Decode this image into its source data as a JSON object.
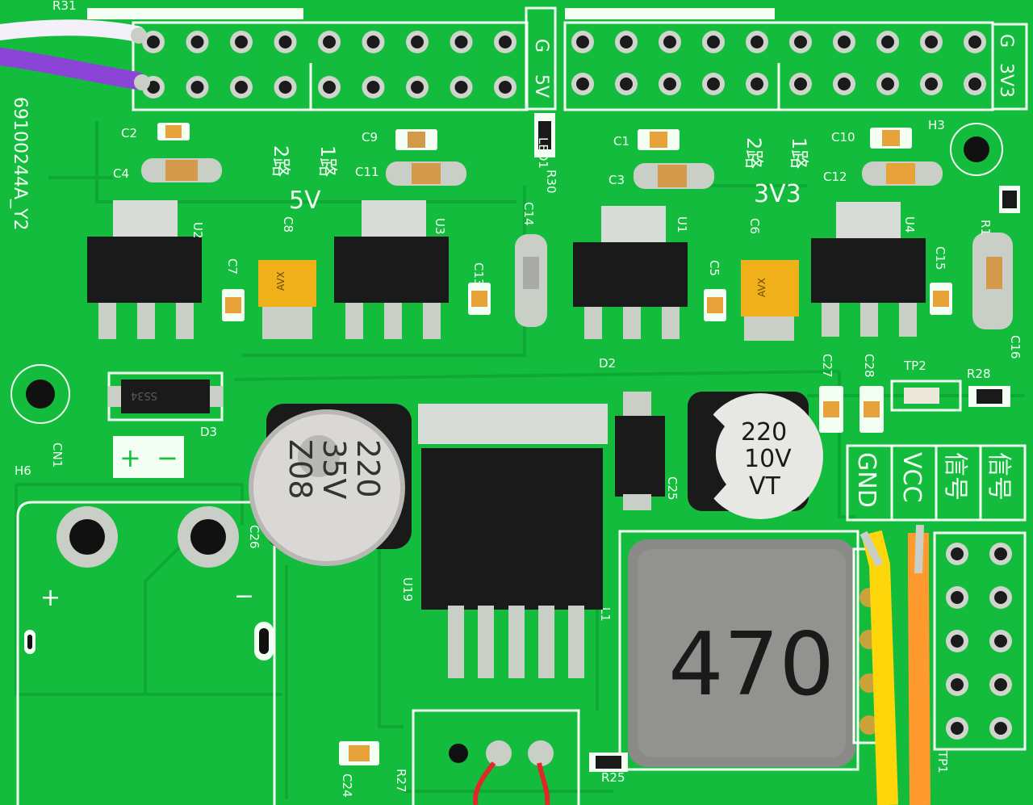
{
  "board_id": "69100244A_Y2",
  "voltage_labels": [
    "5V",
    "3V3"
  ],
  "route_labels": [
    "2路",
    "1路",
    "2路",
    "1路"
  ],
  "header_side_labels": [
    "G",
    "5V",
    "G",
    "3V3"
  ],
  "designators": {
    "regulators": [
      "U2",
      "U3",
      "U1",
      "U4"
    ],
    "main_ic": "U19",
    "capacitors_left": [
      "C2",
      "C4",
      "C9",
      "C11",
      "C8",
      "C7",
      "C13",
      "C14"
    ],
    "capacitors_right": [
      "C1",
      "C3",
      "C10",
      "C12",
      "C6",
      "C5",
      "C15",
      "C16"
    ],
    "capacitors_lower": [
      "C27",
      "C28",
      "C25",
      "C26",
      "C24"
    ],
    "others": [
      "R31",
      "R30",
      "R1",
      "R25",
      "R27",
      "R28",
      "D3",
      "D2",
      "L1",
      "LED1",
      "TP1",
      "TP2",
      "CN1",
      "H3",
      "H6"
    ]
  },
  "component_markings": {
    "cap_large_left": [
      "220",
      "35V",
      "Z08"
    ],
    "cap_large_right": [
      "220",
      "10V",
      "VT"
    ],
    "inductor": "470",
    "diode_d3": "SS34",
    "tantalum": "AVX"
  },
  "power_terminal_labels": [
    "+",
    "−"
  ],
  "connector_labels": [
    "GND",
    "VCC",
    "信号",
    "信号"
  ],
  "colors": {
    "pcb": "#17c241",
    "silkscreen": "#f2fff2",
    "copper_trace": "#0ea834",
    "pad": "#c9cfc6",
    "ic_body": "#1a1a1a",
    "tantalum": "#f0b019",
    "inductor": "#8a8a88",
    "wire_purple": "#8a45d6",
    "wire_yellow": "#ffd60a",
    "wire_orange": "#ff9a2e",
    "wire_red": "#e0282a"
  }
}
